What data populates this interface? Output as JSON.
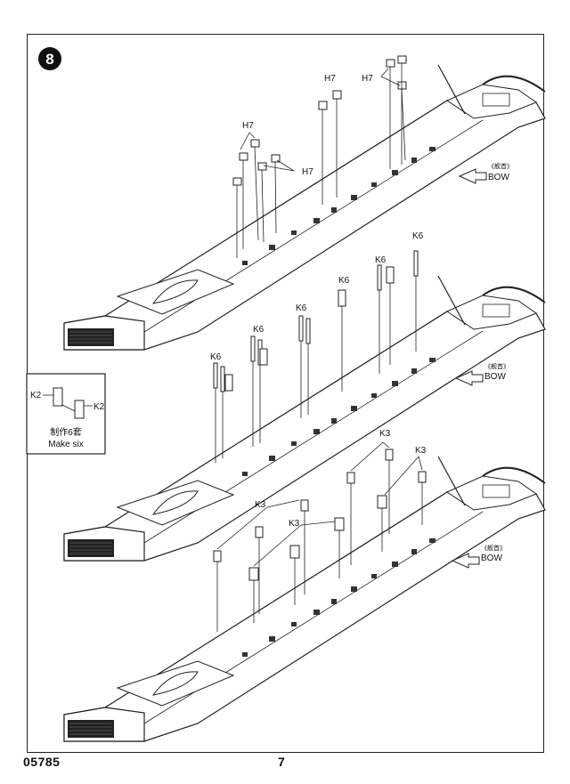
{
  "step": {
    "number": "8"
  },
  "part_labels": {
    "h7": "H7",
    "k6": "K6",
    "k3": "K3",
    "k2": "K2"
  },
  "bow": {
    "chinese": "《舰首》",
    "english": "BOW"
  },
  "inset": {
    "chinese": "制作6套",
    "english": "Make six"
  },
  "footer": {
    "code": "05785",
    "page": "7"
  },
  "colors": {
    "ink": "#111111",
    "paper": "#ffffff",
    "step_badge": "#111111"
  }
}
